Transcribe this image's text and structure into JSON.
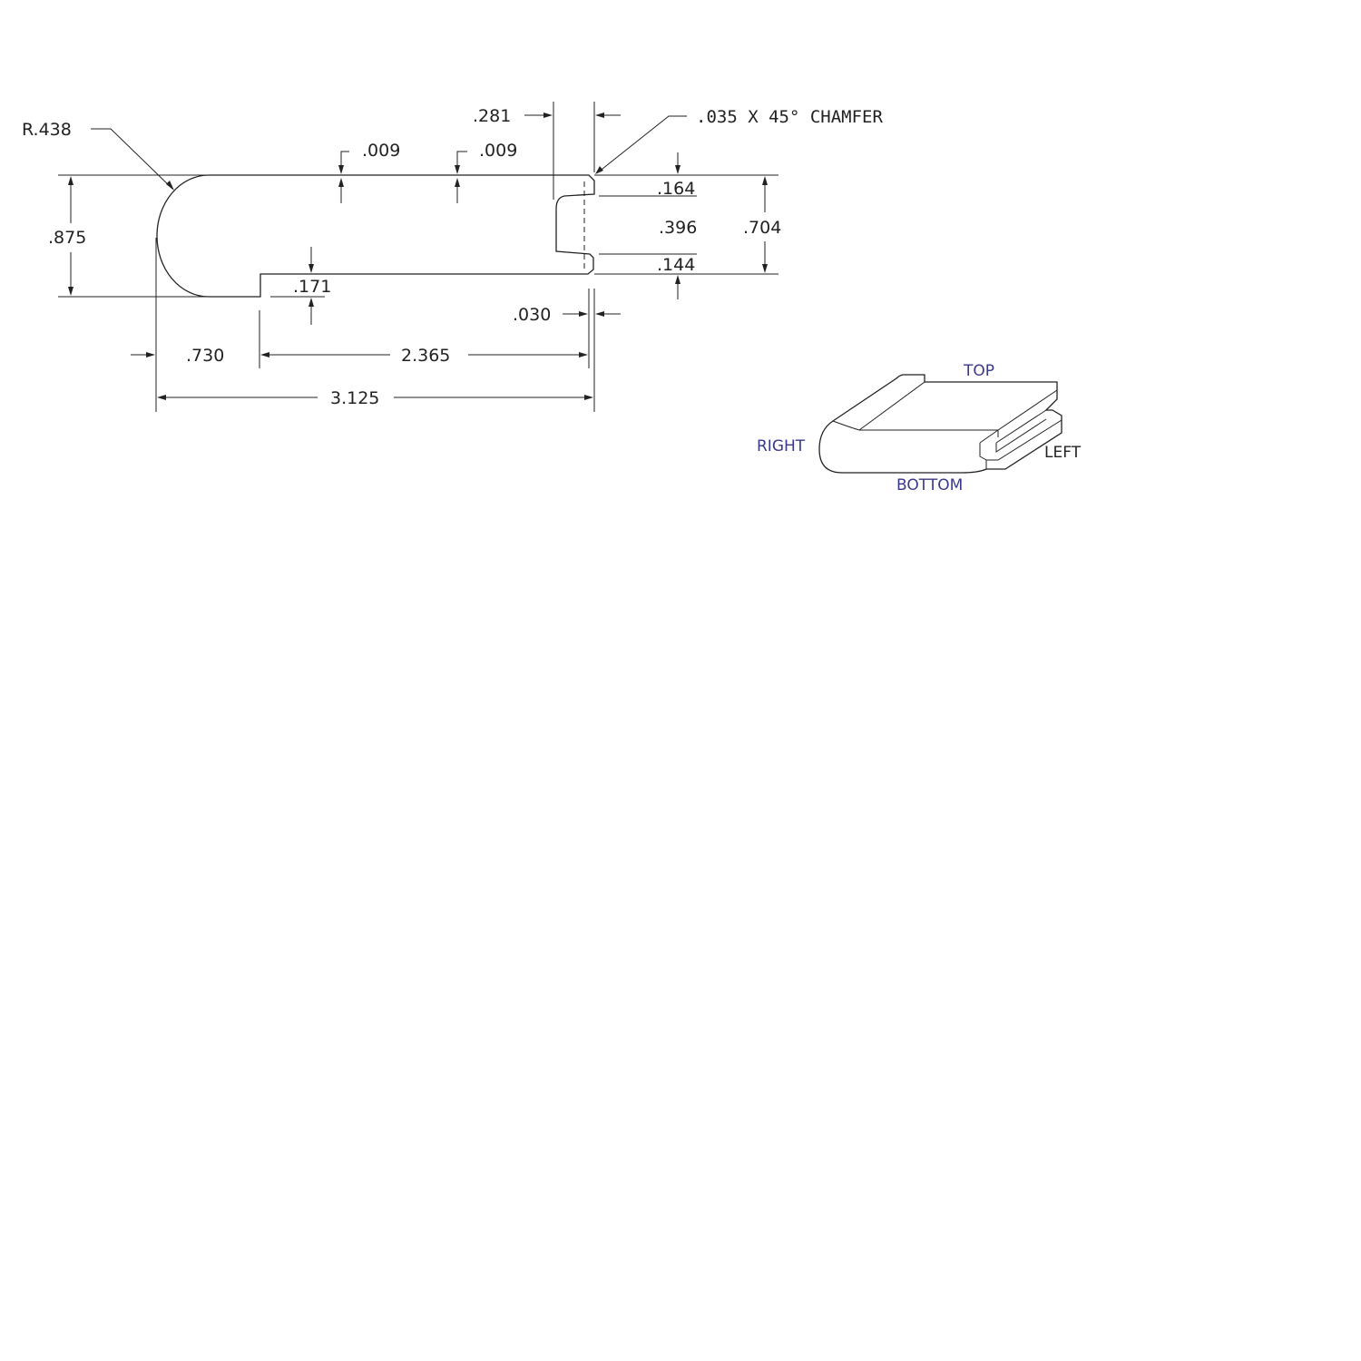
{
  "profile": {
    "labels": {
      "radius": "R.438",
      "chamfer": ".035  X  45°  CHAMFER",
      "groove_width": ".281",
      "top_relief_1": ".009",
      "top_relief_2": ".009",
      "overall_height": ".875",
      "step_height": ".171",
      "groove_top_offset": ".164",
      "groove_height": ".396",
      "lip_height": ".704",
      "groove_bottom_offset": ".144",
      "lip_offset": ".030",
      "nose_length": ".730",
      "body_length": "2.365",
      "overall_length": "3.125"
    }
  },
  "orientation_view": {
    "labels": {
      "top": "TOP",
      "right": "RIGHT",
      "left": "LEFT",
      "bottom": "BOTTOM"
    },
    "colors": {
      "top": "#3a3a8c",
      "right": "#3a3a8c",
      "left": "#222222",
      "bottom": "#3a3a8c"
    }
  }
}
